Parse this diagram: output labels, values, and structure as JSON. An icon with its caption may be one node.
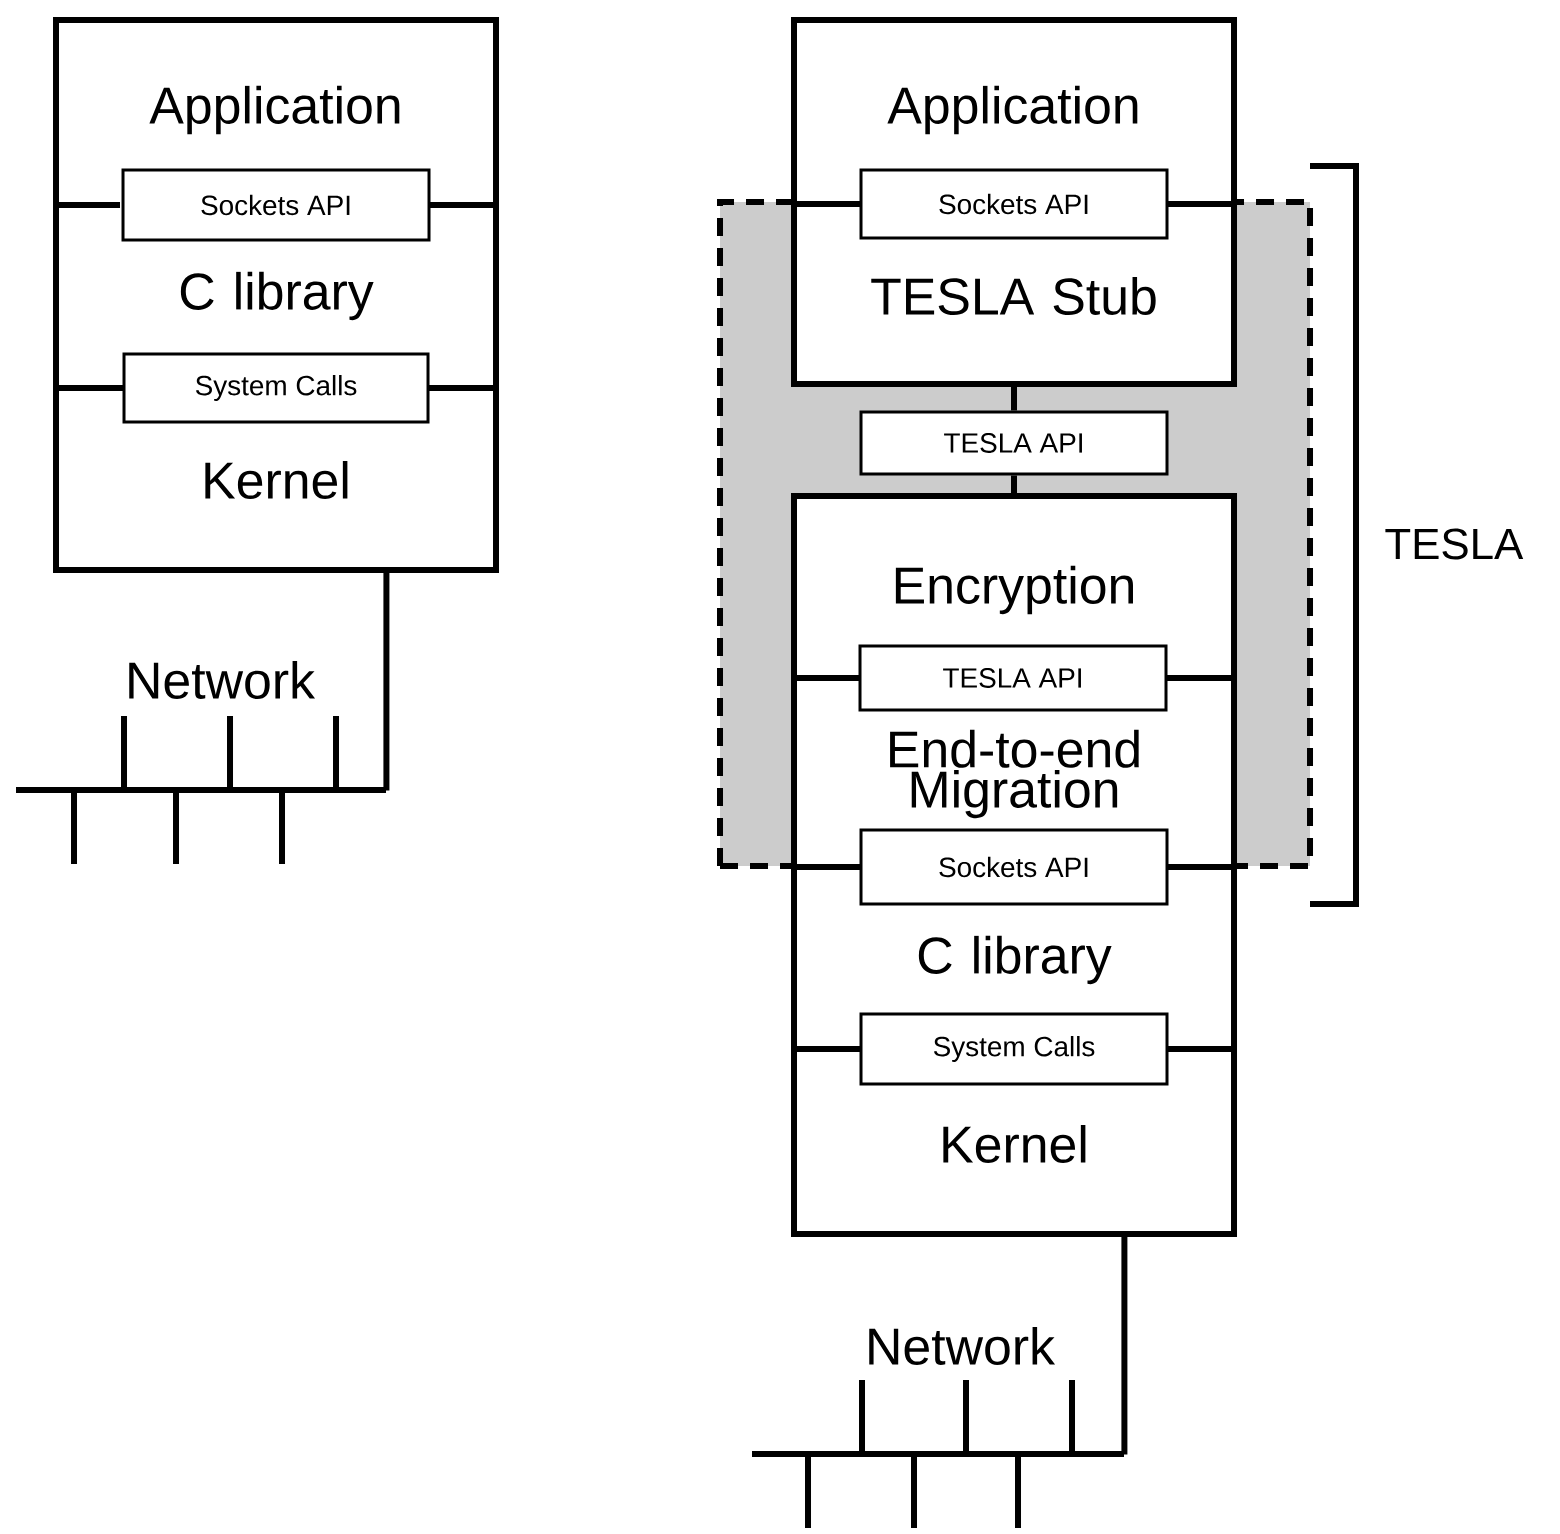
{
  "diagram": {
    "nodes": [
      {
        "text": [
          "Application",
          "C library",
          "Kernel"
        ]
      },
      {
        "text": [
          "Sockets API"
        ],
        "in": 0
      },
      {
        "text": [
          "System Calls"
        ],
        "in": 0
      },
      {
        "text": [
          "Network"
        ]
      },
      {
        "text": [],
        "shape": "box"
      },
      {
        "text": [
          "Application",
          "TESLA Stub"
        ]
      },
      {
        "text": [
          "Sockets API"
        ],
        "in": 5
      },
      {
        "text": [
          "TESLA API"
        ],
        "in": 4
      },
      {
        "text": [
          "Encryption",
          "End-to-end Migration",
          "C library",
          "Kernel"
        ]
      },
      {
        "text": [
          "TESLA API"
        ]
      },
      {
        "text": [
          "Sockets API"
        ],
        "in": 8
      },
      {
        "text": [
          "System Calls"
        ],
        "in": 8
      },
      {
        "text": [
          "Network"
        ]
      }
    ],
    "edges": [
      {
        "from": 0,
        "to": 3,
        "arrow": "none"
      },
      {
        "from": 5,
        "to": 7,
        "arrow": "none"
      },
      {
        "from": 7,
        "to": 8,
        "arrow": "none"
      },
      {
        "from": 8,
        "to": 12,
        "arrow": "none"
      }
    ],
    "labels": [
      "TESLA"
    ]
  }
}
